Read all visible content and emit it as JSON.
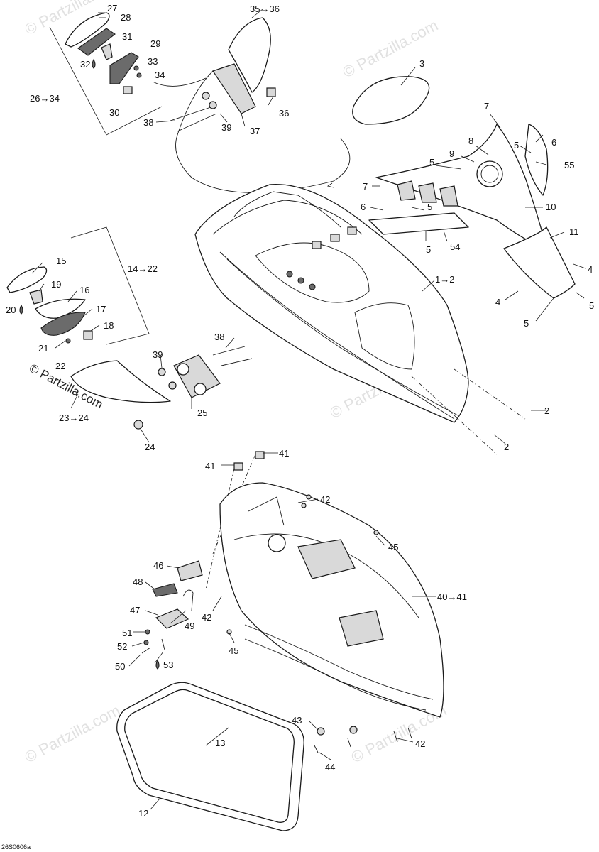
{
  "diagram": {
    "drawing_number": "26S0606a",
    "watermark_text": "© Partzilla.com",
    "watermark_faint": "© Partzilla.com",
    "callouts": [
      {
        "id": "c27",
        "text": "27"
      },
      {
        "id": "c28",
        "text": "28"
      },
      {
        "id": "c31",
        "text": "31"
      },
      {
        "id": "c29",
        "text": "29"
      },
      {
        "id": "c32",
        "text": "32"
      },
      {
        "id": "c33",
        "text": "33"
      },
      {
        "id": "c34",
        "text": "34"
      },
      {
        "id": "c26-34",
        "text": "26→34"
      },
      {
        "id": "c30",
        "text": "30"
      },
      {
        "id": "c35-36",
        "text": "35→36"
      },
      {
        "id": "c3",
        "text": "3"
      },
      {
        "id": "c36",
        "text": "36"
      },
      {
        "id": "c38a",
        "text": "38"
      },
      {
        "id": "c39a",
        "text": "39"
      },
      {
        "id": "c37",
        "text": "37"
      },
      {
        "id": "c7a",
        "text": "7"
      },
      {
        "id": "c8",
        "text": "8"
      },
      {
        "id": "c9",
        "text": "9"
      },
      {
        "id": "c5a",
        "text": "5"
      },
      {
        "id": "c5b",
        "text": "5"
      },
      {
        "id": "c6a",
        "text": "6"
      },
      {
        "id": "c55",
        "text": "55"
      },
      {
        "id": "c7b",
        "text": "7"
      },
      {
        "id": "c6b",
        "text": "6"
      },
      {
        "id": "c5c",
        "text": "5"
      },
      {
        "id": "c10",
        "text": "10"
      },
      {
        "id": "c5d",
        "text": "5"
      },
      {
        "id": "c54",
        "text": "54"
      },
      {
        "id": "c11",
        "text": "11"
      },
      {
        "id": "c1-2",
        "text": "1→2"
      },
      {
        "id": "c4a",
        "text": "4"
      },
      {
        "id": "c4b",
        "text": "4"
      },
      {
        "id": "c5e",
        "text": "5"
      },
      {
        "id": "c5f",
        "text": "5"
      },
      {
        "id": "c15",
        "text": "15"
      },
      {
        "id": "c14-22",
        "text": "14→22"
      },
      {
        "id": "c19",
        "text": "19"
      },
      {
        "id": "c16",
        "text": "16"
      },
      {
        "id": "c20",
        "text": "20"
      },
      {
        "id": "c17",
        "text": "17"
      },
      {
        "id": "c18",
        "text": "18"
      },
      {
        "id": "c21",
        "text": "21"
      },
      {
        "id": "c22",
        "text": "22"
      },
      {
        "id": "c38b",
        "text": "38"
      },
      {
        "id": "c39b",
        "text": "39"
      },
      {
        "id": "c25",
        "text": "25"
      },
      {
        "id": "c23-24",
        "text": "23→24"
      },
      {
        "id": "c24",
        "text": "24"
      },
      {
        "id": "c2a",
        "text": "2"
      },
      {
        "id": "c2b",
        "text": "2"
      },
      {
        "id": "c41a",
        "text": "41"
      },
      {
        "id": "c41b",
        "text": "41"
      },
      {
        "id": "c42a",
        "text": "42"
      },
      {
        "id": "c45a",
        "text": "45"
      },
      {
        "id": "c46",
        "text": "46"
      },
      {
        "id": "c48",
        "text": "48"
      },
      {
        "id": "c40-41",
        "text": "40→41"
      },
      {
        "id": "c42b",
        "text": "42"
      },
      {
        "id": "c47",
        "text": "47"
      },
      {
        "id": "c49",
        "text": "49"
      },
      {
        "id": "c51",
        "text": "51"
      },
      {
        "id": "c45b",
        "text": "45"
      },
      {
        "id": "c52",
        "text": "52"
      },
      {
        "id": "c50",
        "text": "50"
      },
      {
        "id": "c53",
        "text": "53"
      },
      {
        "id": "c13",
        "text": "13"
      },
      {
        "id": "c43",
        "text": "43"
      },
      {
        "id": "c42c",
        "text": "42"
      },
      {
        "id": "c44",
        "text": "44"
      },
      {
        "id": "c12",
        "text": "12"
      }
    ]
  }
}
